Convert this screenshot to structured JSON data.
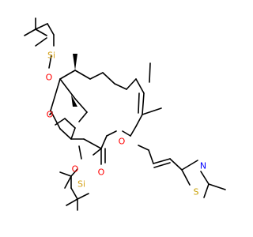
{
  "molecule": {
    "atom_labels": {
      "si_top": "Si",
      "o_tbs_top": "O",
      "o_ketone": "O",
      "o_tbs_bottom": "O",
      "si_bottom": "Si",
      "o_ring": "O",
      "o_lactone": "O",
      "n_thiazole": "N",
      "s_thiazole": "S"
    },
    "colors": {
      "bond": "#000000",
      "carbon_label": "#000000",
      "oxygen": "#ff0000",
      "nitrogen": "#0000ff",
      "sulfur": "#c8a000",
      "silicon": "#d4a017"
    }
  }
}
